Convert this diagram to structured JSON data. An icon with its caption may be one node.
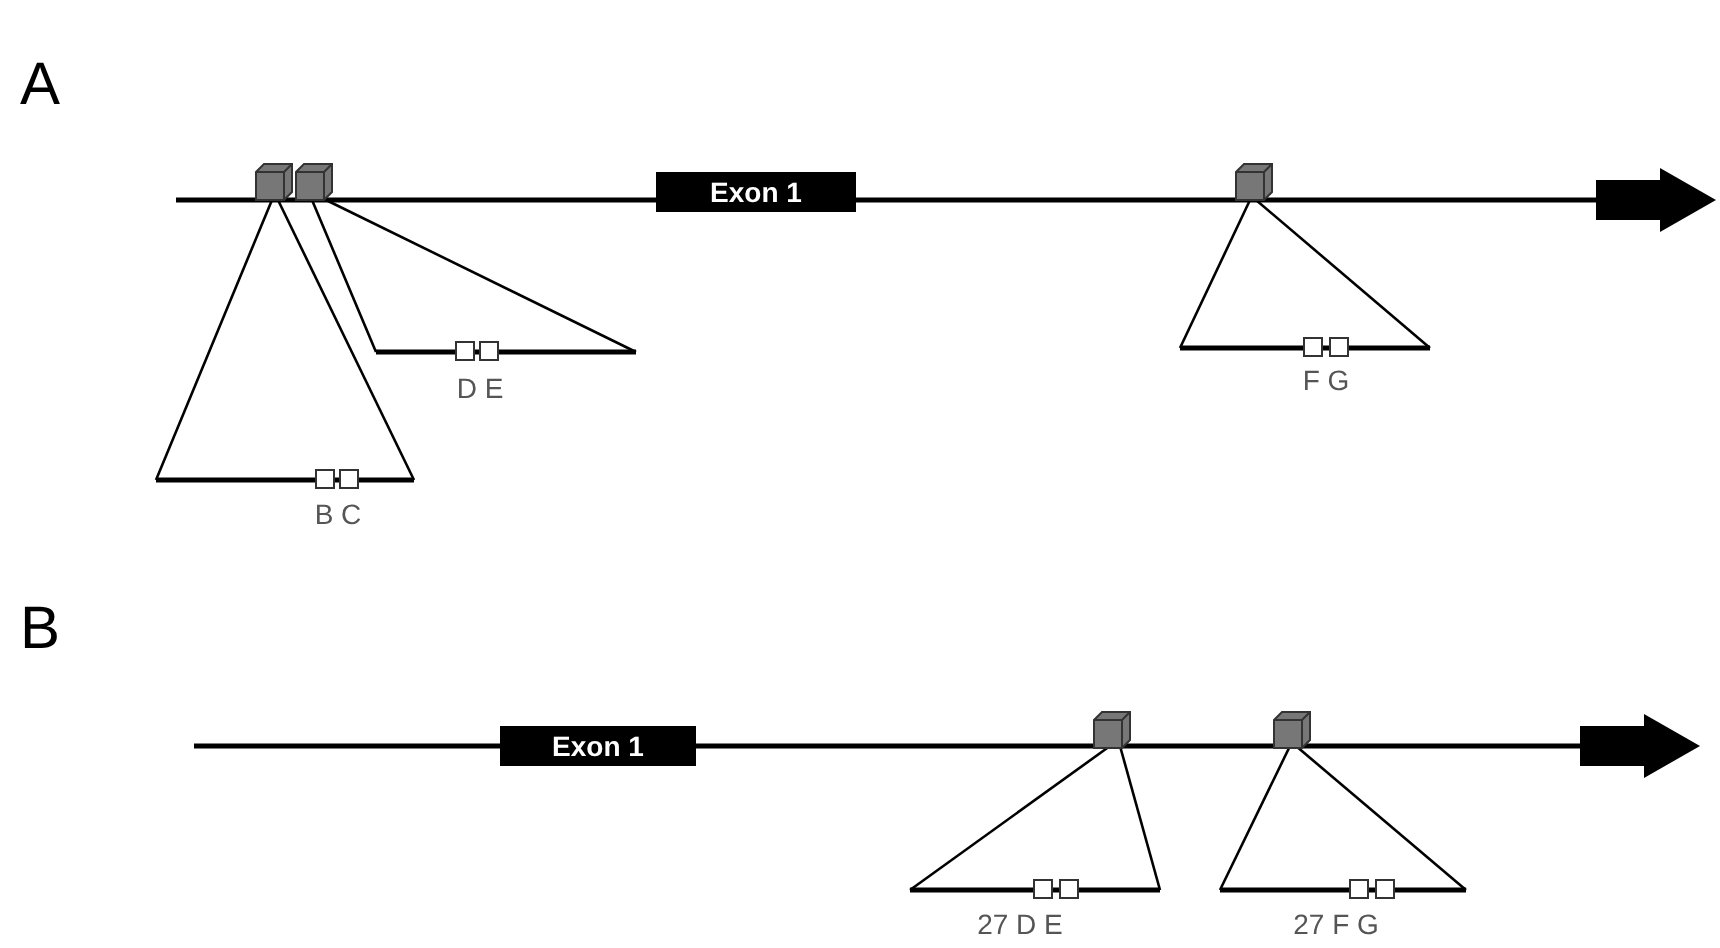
{
  "diagram": {
    "nodes": [
      {
        "text": [
          "Exon 1"
        ]
      },
      {
        "text": [
          "Exon 1"
        ]
      }
    ],
    "labels": [
      "A",
      "F G",
      "D E",
      "B C",
      "B",
      "27 D E",
      "27 F G"
    ]
  }
}
